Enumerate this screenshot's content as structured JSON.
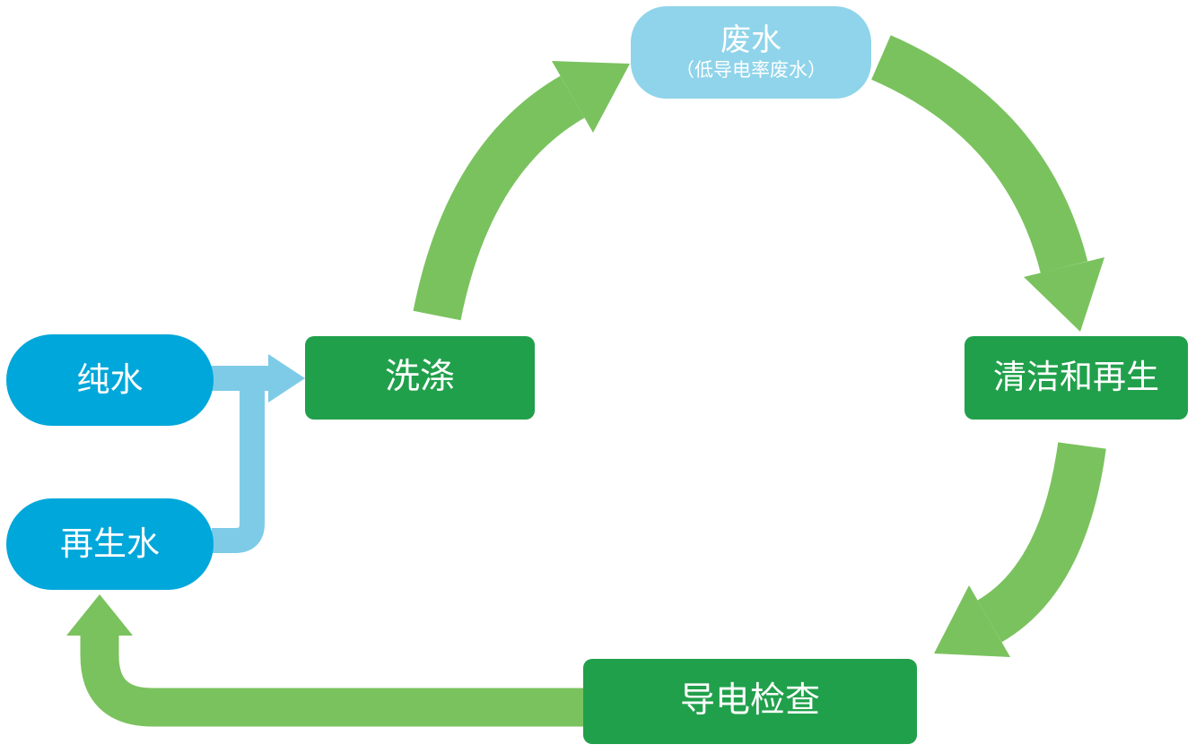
{
  "colors": {
    "background": "#FFFFFF",
    "green_box": "#21A04B",
    "green_arrow": "#7AC25E",
    "cyan_pill": "#00A7DA",
    "light_blue_box": "#8FD4EA",
    "light_blue_arrow": "#7ECBE8",
    "text": "#FFFFFF"
  },
  "nodes": {
    "wastewater": {
      "label": "废水",
      "sublabel": "（低导电率废水）"
    },
    "pure_water": {
      "label": "纯水"
    },
    "recycled_water": {
      "label": "再生水"
    },
    "washing": {
      "label": "洗涤"
    },
    "cleaning_regeneration": {
      "label": "清洁和再生"
    },
    "conductivity_check": {
      "label": "导电检查"
    }
  },
  "edges": [
    {
      "from": "洗涤",
      "to": "废水",
      "style": "green-curved-arrow"
    },
    {
      "from": "废水",
      "to": "清洁和再生",
      "style": "green-curved-arrow"
    },
    {
      "from": "清洁和再生",
      "to": "导电检查",
      "style": "green-curved-arrow"
    },
    {
      "from": "导电检查",
      "to": "再生水",
      "style": "green-elbow-arrow"
    },
    {
      "from": "纯水",
      "to": "洗涤",
      "style": "blue-arrow"
    },
    {
      "from": "再生水",
      "to": "洗涤",
      "style": "blue-elbow-connector"
    }
  ]
}
